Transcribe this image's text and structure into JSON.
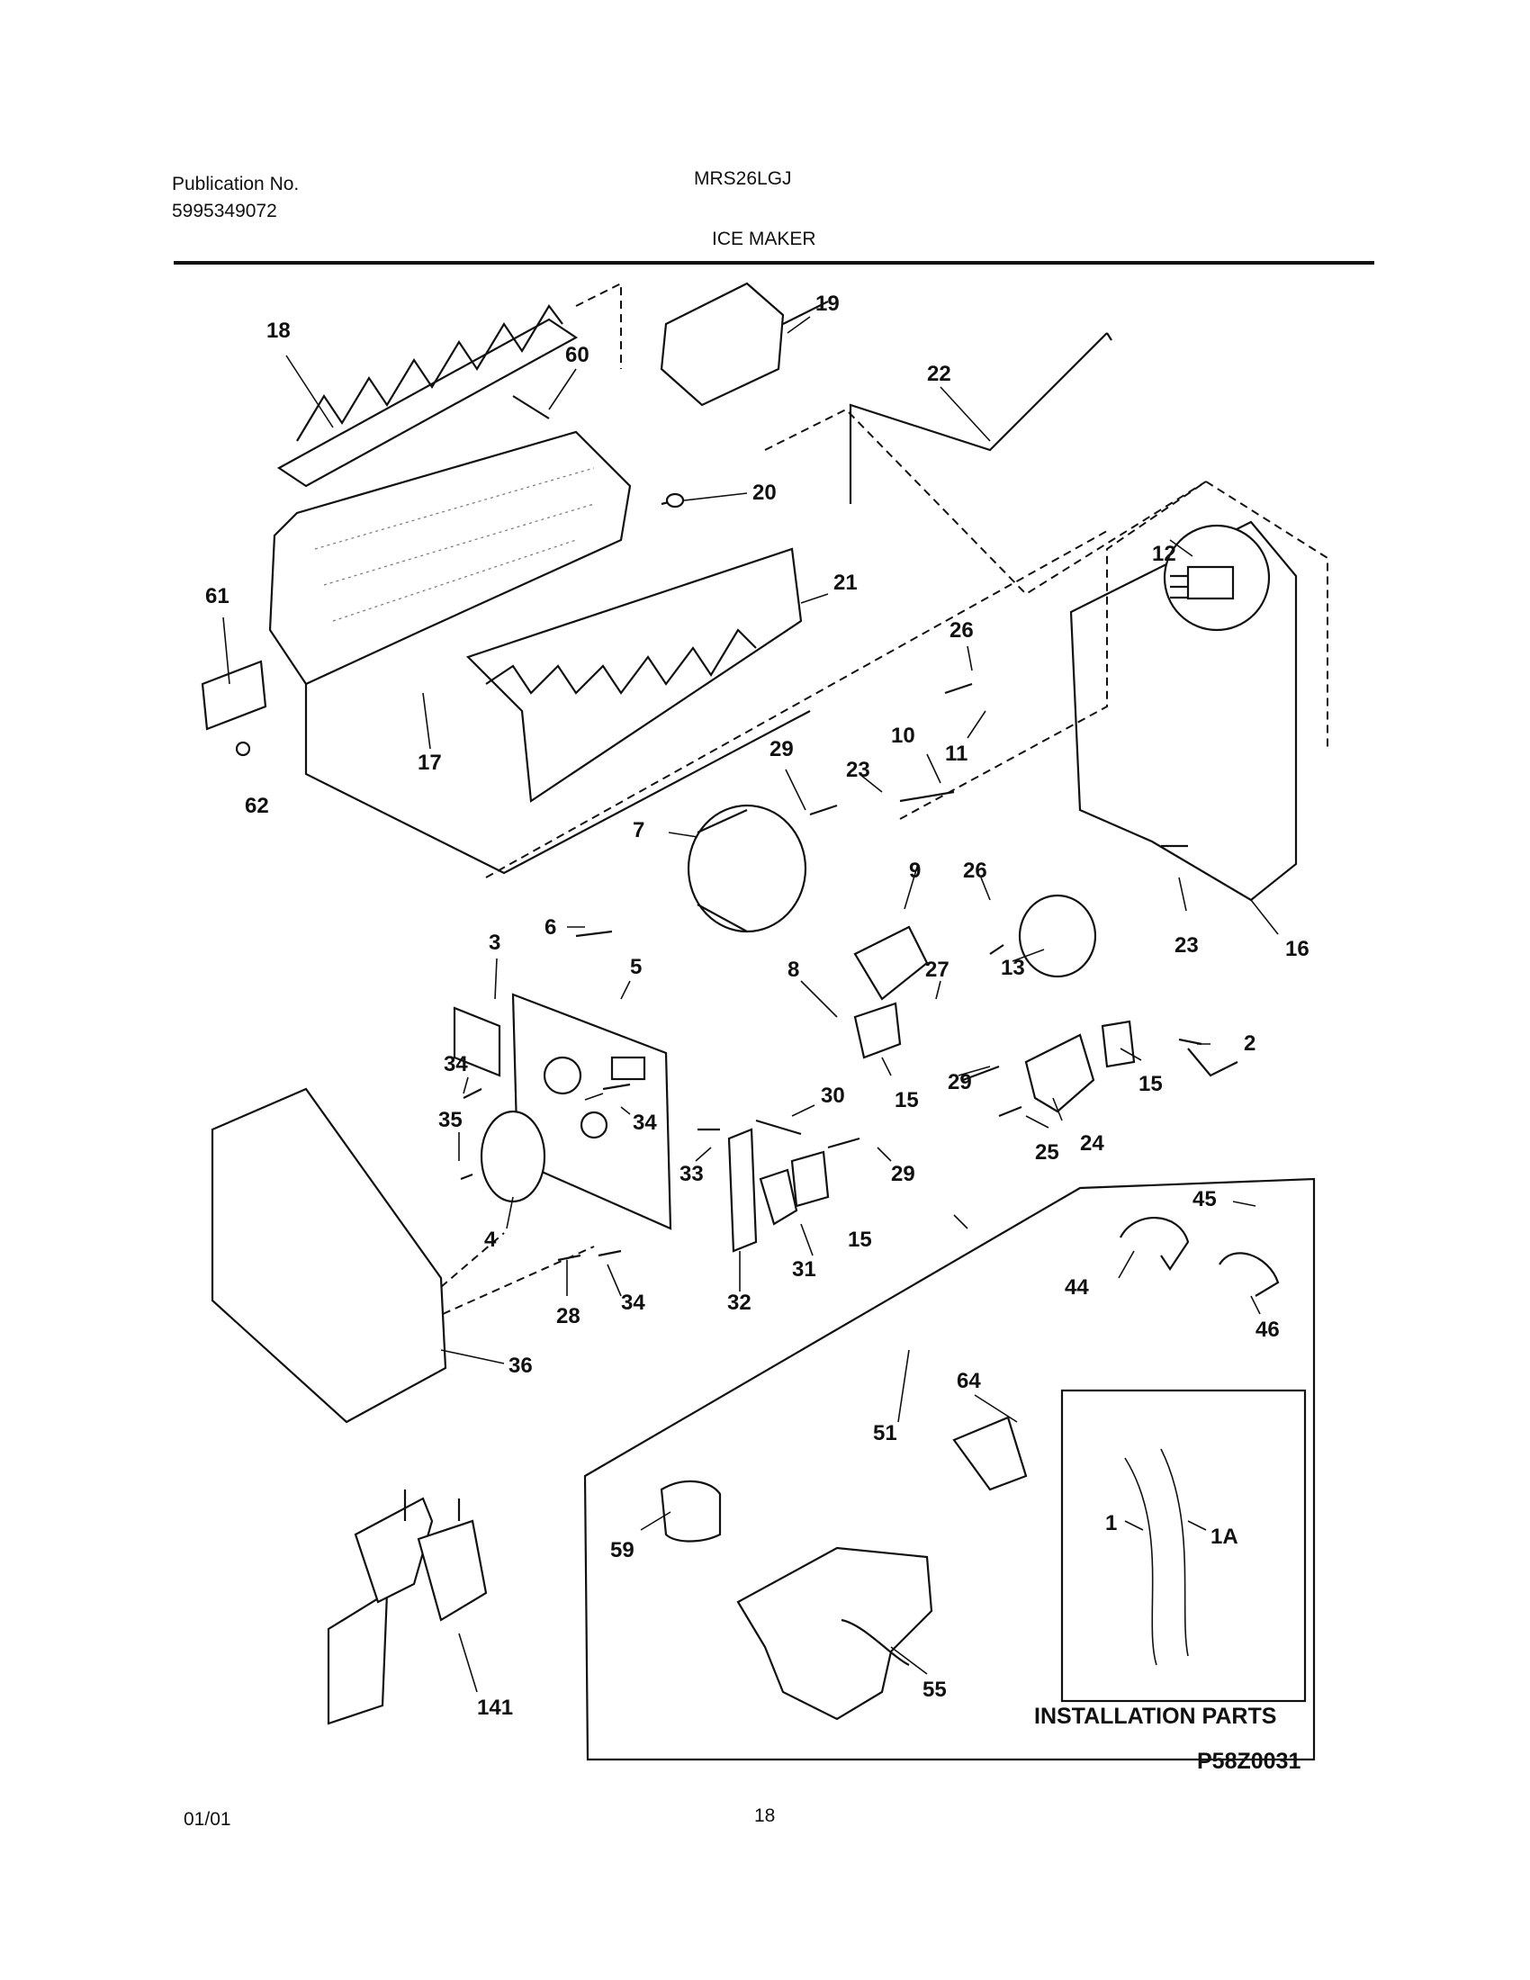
{
  "header": {
    "publication_label": "Publication No.",
    "publication_number": "5995349072",
    "model": "MRS26LGJ",
    "section_title": "ICE MAKER"
  },
  "diagram": {
    "callouts": [
      "18",
      "60",
      "19",
      "22",
      "20",
      "21",
      "12",
      "61",
      "17",
      "62",
      "26",
      "10",
      "11",
      "29",
      "23",
      "7",
      "9",
      "26",
      "13",
      "23",
      "16",
      "3",
      "6",
      "5",
      "8",
      "27",
      "2",
      "34",
      "15",
      "29",
      "15",
      "35",
      "34",
      "30",
      "33",
      "24",
      "25",
      "29",
      "4",
      "15",
      "31",
      "45",
      "28",
      "34",
      "32",
      "44",
      "46",
      "36",
      "64",
      "51",
      "1",
      "1A",
      "59",
      "141",
      "55"
    ],
    "installation_parts_label": "INSTALLATION PARTS",
    "diagram_code": "P58Z0031"
  },
  "footer": {
    "date": "01/01",
    "page": "18"
  }
}
